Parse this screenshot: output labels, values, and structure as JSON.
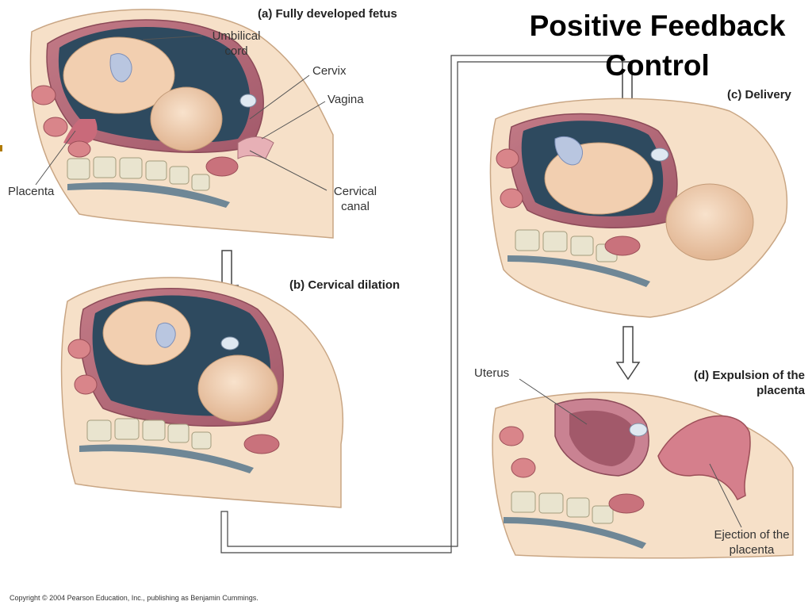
{
  "slide": {
    "title": "Positive Feedback Control",
    "copyright": "Copyright © 2004 Pearson Education, Inc., publishing as Benjamin Cummings."
  },
  "panels": [
    {
      "id": "a",
      "label": "(a) Fully developed fetus",
      "callouts": [
        "Umbilical cord",
        "Cervix",
        "Vagina",
        "Placenta",
        "Cervical canal"
      ]
    },
    {
      "id": "b",
      "label": "(b) Cervical dilation",
      "callouts": []
    },
    {
      "id": "c",
      "label": "(c) Delivery",
      "callouts": []
    },
    {
      "id": "d",
      "label": "(d) Expulsion of the placenta",
      "callouts": [
        "Uterus",
        "Ejection of the placenta"
      ]
    }
  ],
  "colors": {
    "skin": "#f4dcc4",
    "uterus_wall": "#b96a78",
    "vertebra": "#e9e4cf",
    "disc": "#6f8796",
    "fetus": "#f2cfb0",
    "arrow": "#444444"
  }
}
